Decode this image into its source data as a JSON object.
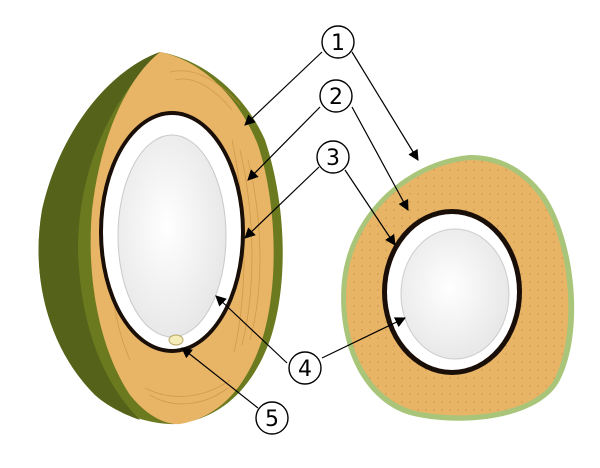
{
  "colors": {
    "husk_outer": "#6b7a1e",
    "husk_dark": "#55631a",
    "husk_light": "#8a9a2e",
    "mesocarp": "#e8b466",
    "mesocarp_dark": "#c98f3f",
    "endocarp": "#1a0f08",
    "endosperm": "#ffffff",
    "cavity": "#f2f2f2",
    "embryo": "#f5edb8",
    "rim": "#a8c57a"
  },
  "callouts": [
    {
      "id": "1",
      "label": "1"
    },
    {
      "id": "2",
      "label": "2"
    },
    {
      "id": "3",
      "label": "3"
    },
    {
      "id": "4",
      "label": "4"
    },
    {
      "id": "5",
      "label": "5"
    }
  ]
}
